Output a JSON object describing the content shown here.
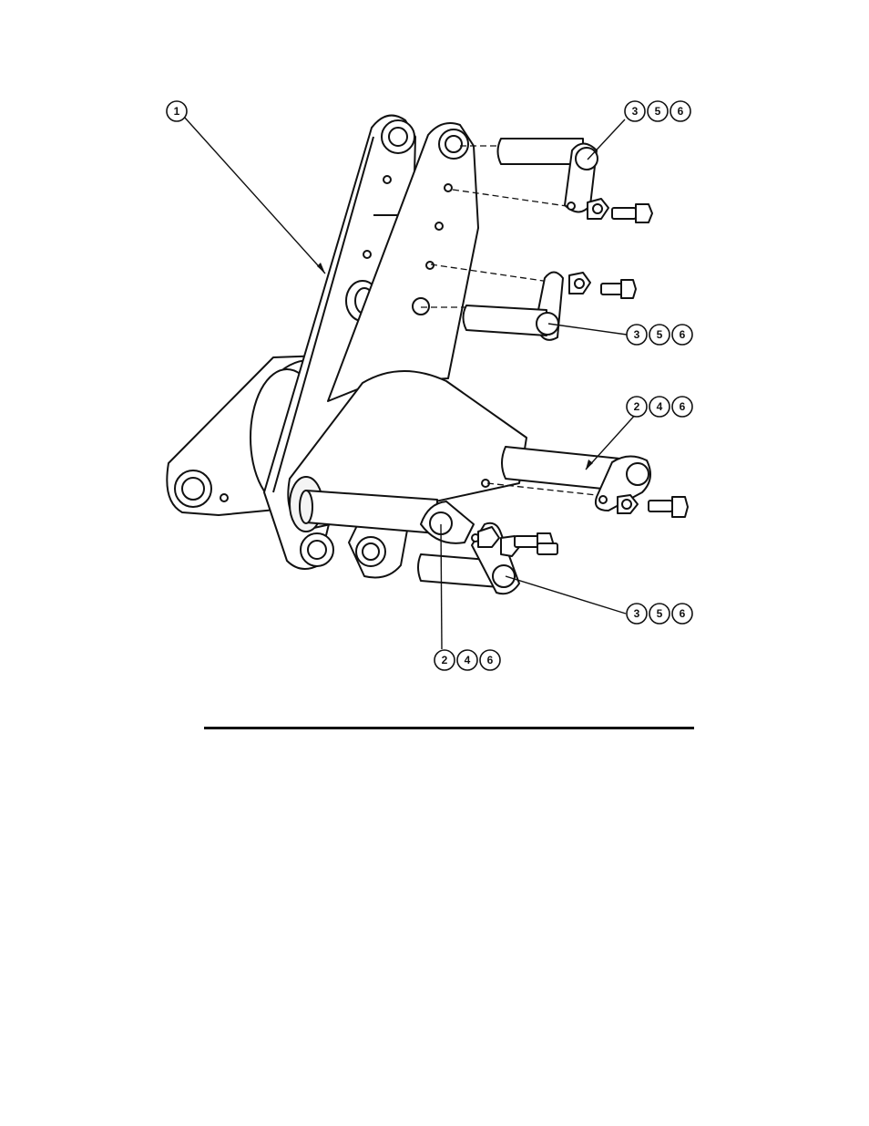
{
  "callouts": {
    "item_1": "1",
    "group_top_right": [
      "3",
      "5",
      "6"
    ],
    "group_mid_right": [
      "3",
      "5",
      "6"
    ],
    "group_right": [
      "2",
      "4",
      "6"
    ],
    "group_lower_right": [
      "3",
      "5",
      "6"
    ],
    "group_bottom": [
      "2",
      "4",
      "6"
    ]
  },
  "colors": {
    "line": "#111111",
    "paper": "#ffffff"
  }
}
